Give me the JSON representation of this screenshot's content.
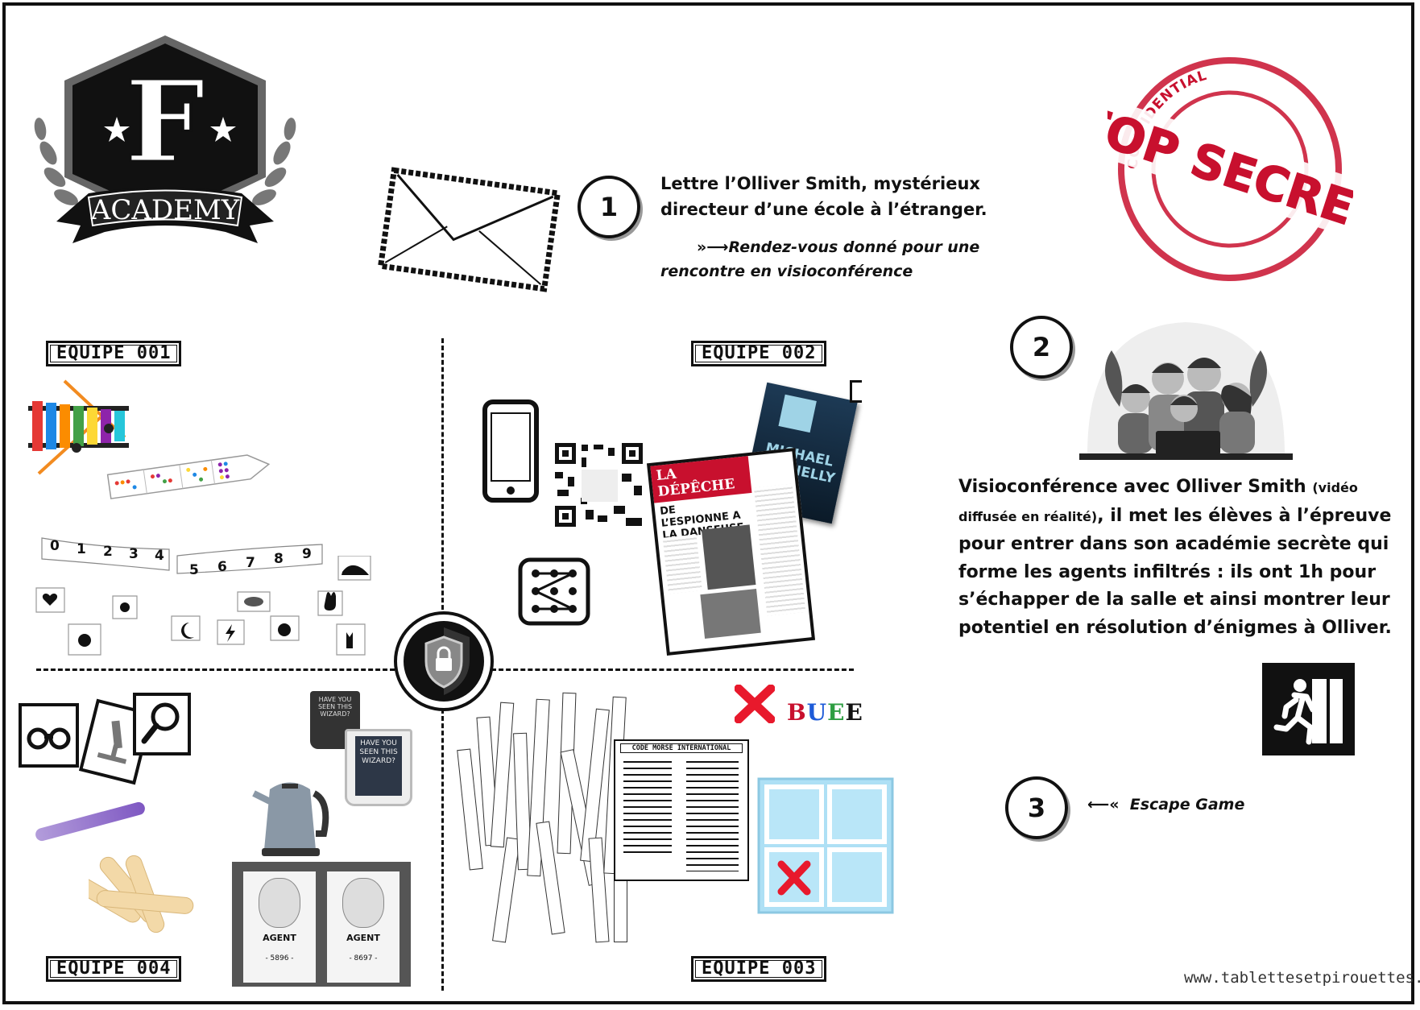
{
  "logo": {
    "letter": "F",
    "word": "ACADEMY"
  },
  "stamp": {
    "main": "TOP SECRET",
    "ring": "CONFIDENTIAL"
  },
  "steps": [
    {
      "number": "1",
      "title": "Lettre l’Olliver Smith, mystérieux directeur d’une école à l’étranger.",
      "note": "Rendez-vous donné pour une rencontre en visioconférence"
    },
    {
      "number": "2",
      "title_bold": "Visioconférence avec Olliver Smith",
      "title_small": "(vidéo diffusée en réalité)",
      "body": ", il met les élèves à l’épreuve pour entrer dans son académie secrète qui forme les agents infiltrés : ils ont 1h pour s’échapper de la salle et ainsi montrer leur potentiel en résolution d’énigmes à Olliver."
    },
    {
      "number": "3",
      "note": "Escape Game"
    }
  ],
  "teams": [
    "EQUIPE 001",
    "EQUIPE 002",
    "EQUIPE 003",
    "EQUIPE 004"
  ],
  "digits": [
    "0",
    "1",
    "2",
    "3",
    "4",
    "5",
    "6",
    "7",
    "8",
    "9"
  ],
  "newspaper": {
    "masthead": "LA DÉPÊCHE",
    "headline": "DE L’ESPIONNE A LA DANSEUSE"
  },
  "book": {
    "author": "MICHAEL CONNELLY"
  },
  "morse": {
    "title": "CODE MORSE INTERNATIONAL"
  },
  "colored_word": "BUEE",
  "mugs": {
    "text": "HAVE YOU SEEN THIS WIZARD?"
  },
  "agents": [
    {
      "label": "AGENT",
      "code": "- 5896 -"
    },
    {
      "label": "AGENT",
      "code": "- 8697 -"
    }
  ],
  "website": "www.tablettesetpirouettes.com"
}
